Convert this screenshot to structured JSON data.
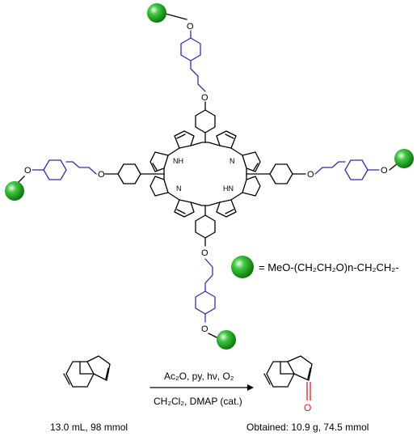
{
  "porphyrin": {
    "oxygen_label": "O",
    "nh_label": "NH",
    "hn_label": "HN",
    "n_label": "N"
  },
  "legend": {
    "text": "= MeO-(CH₂CH₂O)n-CH₂CH₂-",
    "sphere_color": "#1aa51a"
  },
  "reaction": {
    "reagents_top": "Ac₂O, py, hν, O₂",
    "reagents_bottom": "CH₂Cl₂, DMAP (cat.)",
    "start_label": "13.0 mL, 98 mmol",
    "product_label": "Obtained: 10.9 g, 74.5 mmol",
    "product_oxygen": "O",
    "ketone_color": "#e02020"
  },
  "colors": {
    "linker": "#2f2fb0",
    "bond": "#000000"
  }
}
